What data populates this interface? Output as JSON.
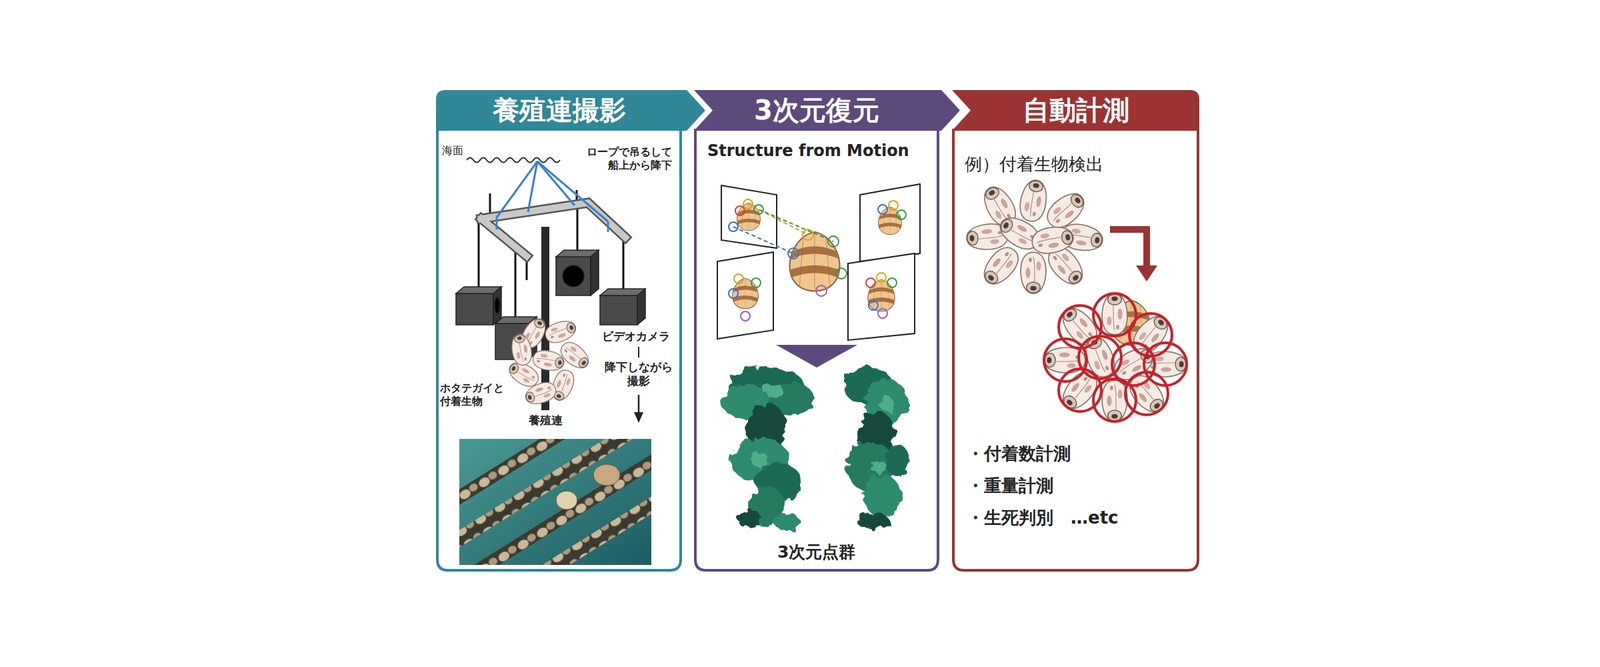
{
  "diagram": {
    "nodes": [
      {
        "text": [
          "養殖連撮影"
        ]
      },
      {
        "text": [
          "3次元復元"
        ]
      },
      {
        "text": [
          "自動計測"
        ]
      }
    ],
    "labels": [
      "海面",
      "ロープで吊るして 船上から降下",
      "ビデオカメラ",
      "降下しながら 撮影",
      "ホタテガイと 付着生物",
      "養殖連",
      "Structure from Motion",
      "3次元点群",
      "例）付着生物検出",
      "・付着数計測",
      "・重量計測",
      "・生死判別　…etc"
    ]
  }
}
